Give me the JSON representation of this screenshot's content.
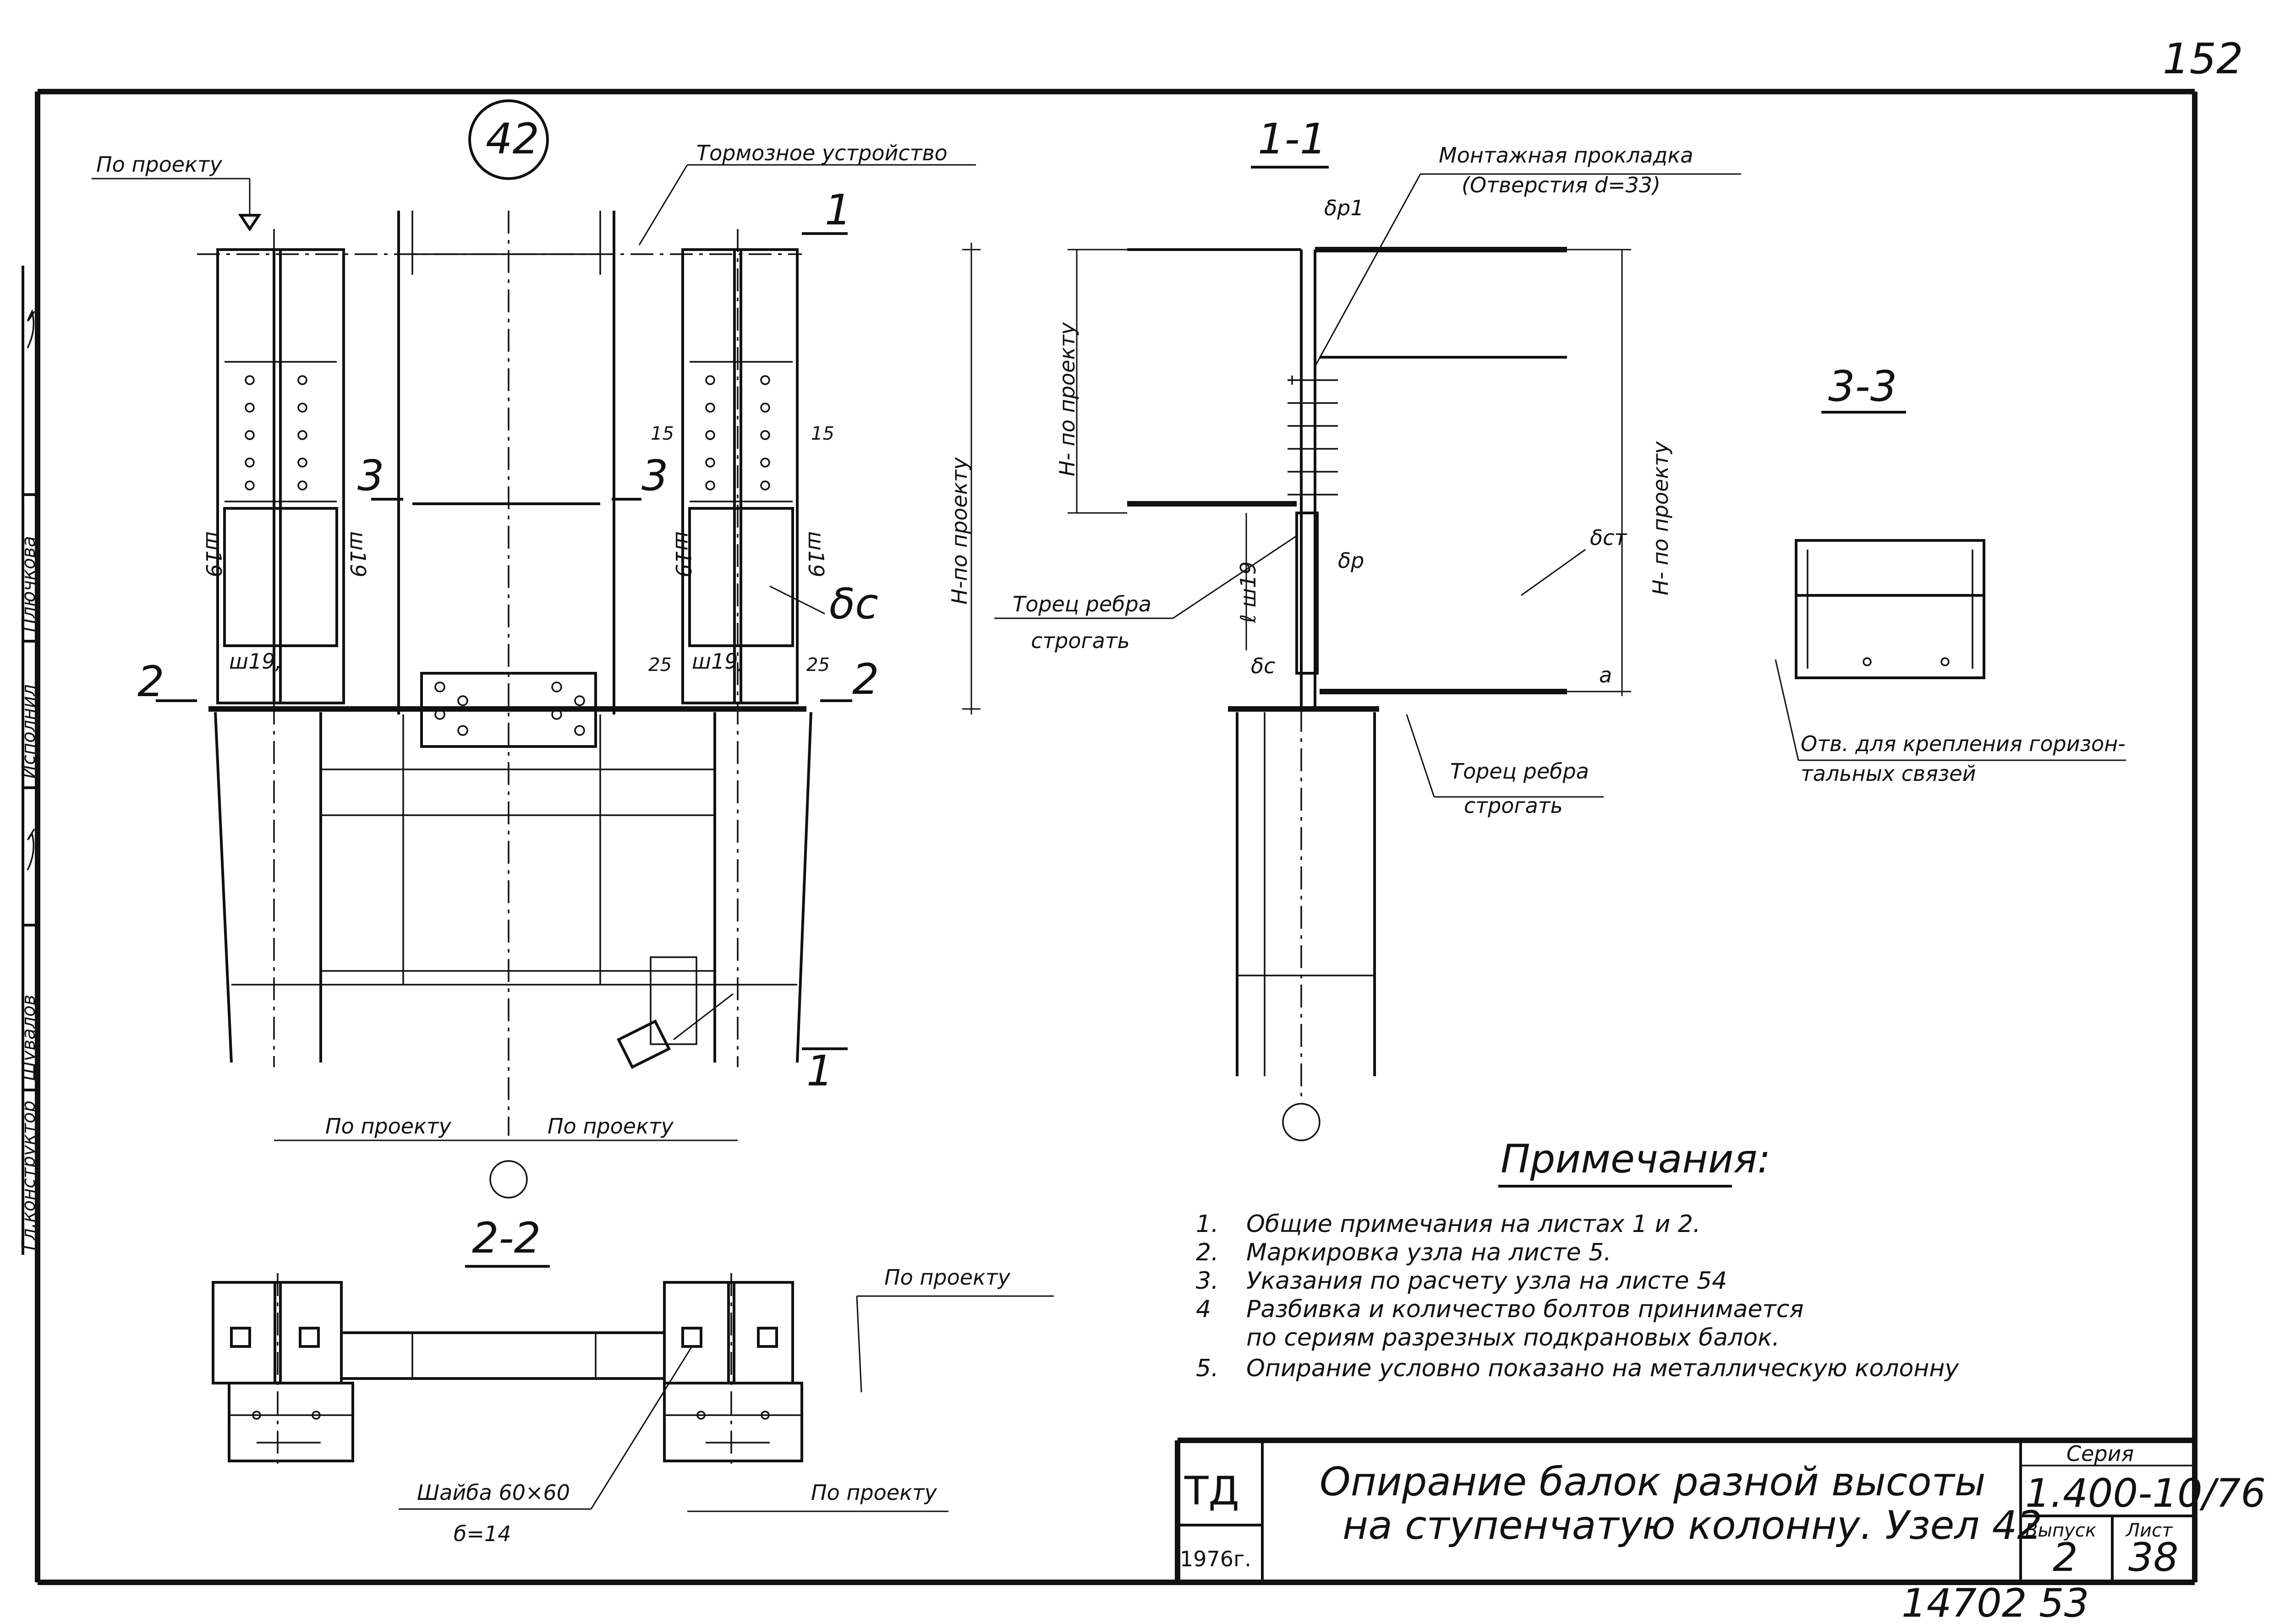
{
  "sheet": {
    "corner_number": "152",
    "bottom_archive_number": "14702",
    "bottom_page_number": "53"
  },
  "node_marker": "42",
  "sections": {
    "s11": "1-1",
    "s22": "2-2",
    "s33": "3-3"
  },
  "labels": {
    "po_proektu": "По проекту",
    "tormoz": "Тормозное устройство",
    "montazh": "Монтажная прокладка",
    "otverstia": "(Отверстия d=33)",
    "h_po_proektu": "Н-по проекту",
    "h_po_proektu2": "Н- по проекту",
    "torec_rebra": "Торец ребра",
    "strogat": "строгать",
    "otv_1": "Отв. для крепления горизон-",
    "otv_2": "тальных связей",
    "shaiba": "Шайба 60×60",
    "shaiba_t": "б=14",
    "cut_1": "1",
    "cut_2": "2",
    "cut_3": "3",
    "w15": "15",
    "w25": "25",
    "sh19": "ш19",
    "sh19_1": "ш19,",
    "l_sh19": "ℓ ш19",
    "delta_c": "δc",
    "delta_p": "δp",
    "delta_p1": "δp1",
    "delta_st": "δст",
    "a": "a"
  },
  "side_stamp": {
    "role_1": "Гл.конструктор",
    "name_1": "Шувалов",
    "role_2": "Исполнил",
    "name_2": "Плючкова"
  },
  "notes": {
    "heading": "Примечания:",
    "items": [
      {
        "n": "1.",
        "text": "Общие примечания на листах 1 и 2."
      },
      {
        "n": "2.",
        "text": "Маркировка узла на листе 5."
      },
      {
        "n": "3.",
        "text": "Указания по расчету узла на листе 54"
      },
      {
        "n": "4",
        "text": "Разбивка и количество болтов принимается"
      },
      {
        "n": "",
        "text": "по сериям разрезных подкрановых балок."
      },
      {
        "n": "5.",
        "text": "Опирание условно показано на металлическую колонну"
      }
    ]
  },
  "title_block": {
    "org": "ТД",
    "year": "1976г.",
    "title_1": "Опирание балок разной высоты",
    "title_2": "на ступенчатую колонну. Узел 42",
    "seria_label": "Серия",
    "seria": "1.400-10/76",
    "vypusk_label": "Выпуск",
    "vypusk": "2",
    "list_label": "Лист",
    "list": "38"
  }
}
